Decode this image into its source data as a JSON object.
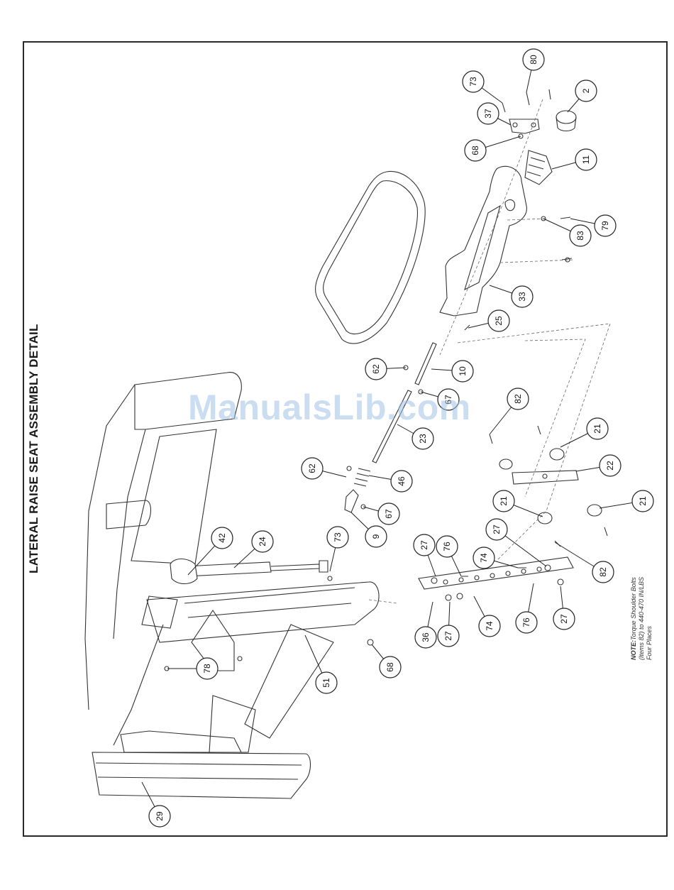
{
  "title": "LATERAL RAISE SEAT ASSEMBLY DETAIL",
  "note": {
    "label": "NOTE:",
    "line1": "Torque Shoulder Bolts",
    "line2": "(Items 82) to 440-470 IN/LBS",
    "line3": "Four Places"
  },
  "watermark": "ManualsLib.com",
  "callouts": [
    {
      "label": "80"
    },
    {
      "label": "73"
    },
    {
      "label": "2"
    },
    {
      "label": "37"
    },
    {
      "label": "68"
    },
    {
      "label": "11"
    },
    {
      "label": "79"
    },
    {
      "label": "83"
    },
    {
      "label": "33"
    },
    {
      "label": "25"
    },
    {
      "label": "62"
    },
    {
      "label": "10"
    },
    {
      "label": "67"
    },
    {
      "label": "23"
    },
    {
      "label": "46"
    },
    {
      "label": "62"
    },
    {
      "label": "67"
    },
    {
      "label": "9"
    },
    {
      "label": "82"
    },
    {
      "label": "21"
    },
    {
      "label": "22"
    },
    {
      "label": "21"
    },
    {
      "label": "21"
    },
    {
      "label": "27"
    },
    {
      "label": "82"
    },
    {
      "label": "74"
    },
    {
      "label": "27"
    },
    {
      "label": "76"
    },
    {
      "label": "74"
    },
    {
      "label": "36"
    },
    {
      "label": "27"
    },
    {
      "label": "76"
    },
    {
      "label": "27"
    },
    {
      "label": "42"
    },
    {
      "label": "24"
    },
    {
      "label": "73"
    },
    {
      "label": "78"
    },
    {
      "label": "51"
    },
    {
      "label": "68"
    },
    {
      "label": "29"
    }
  ]
}
